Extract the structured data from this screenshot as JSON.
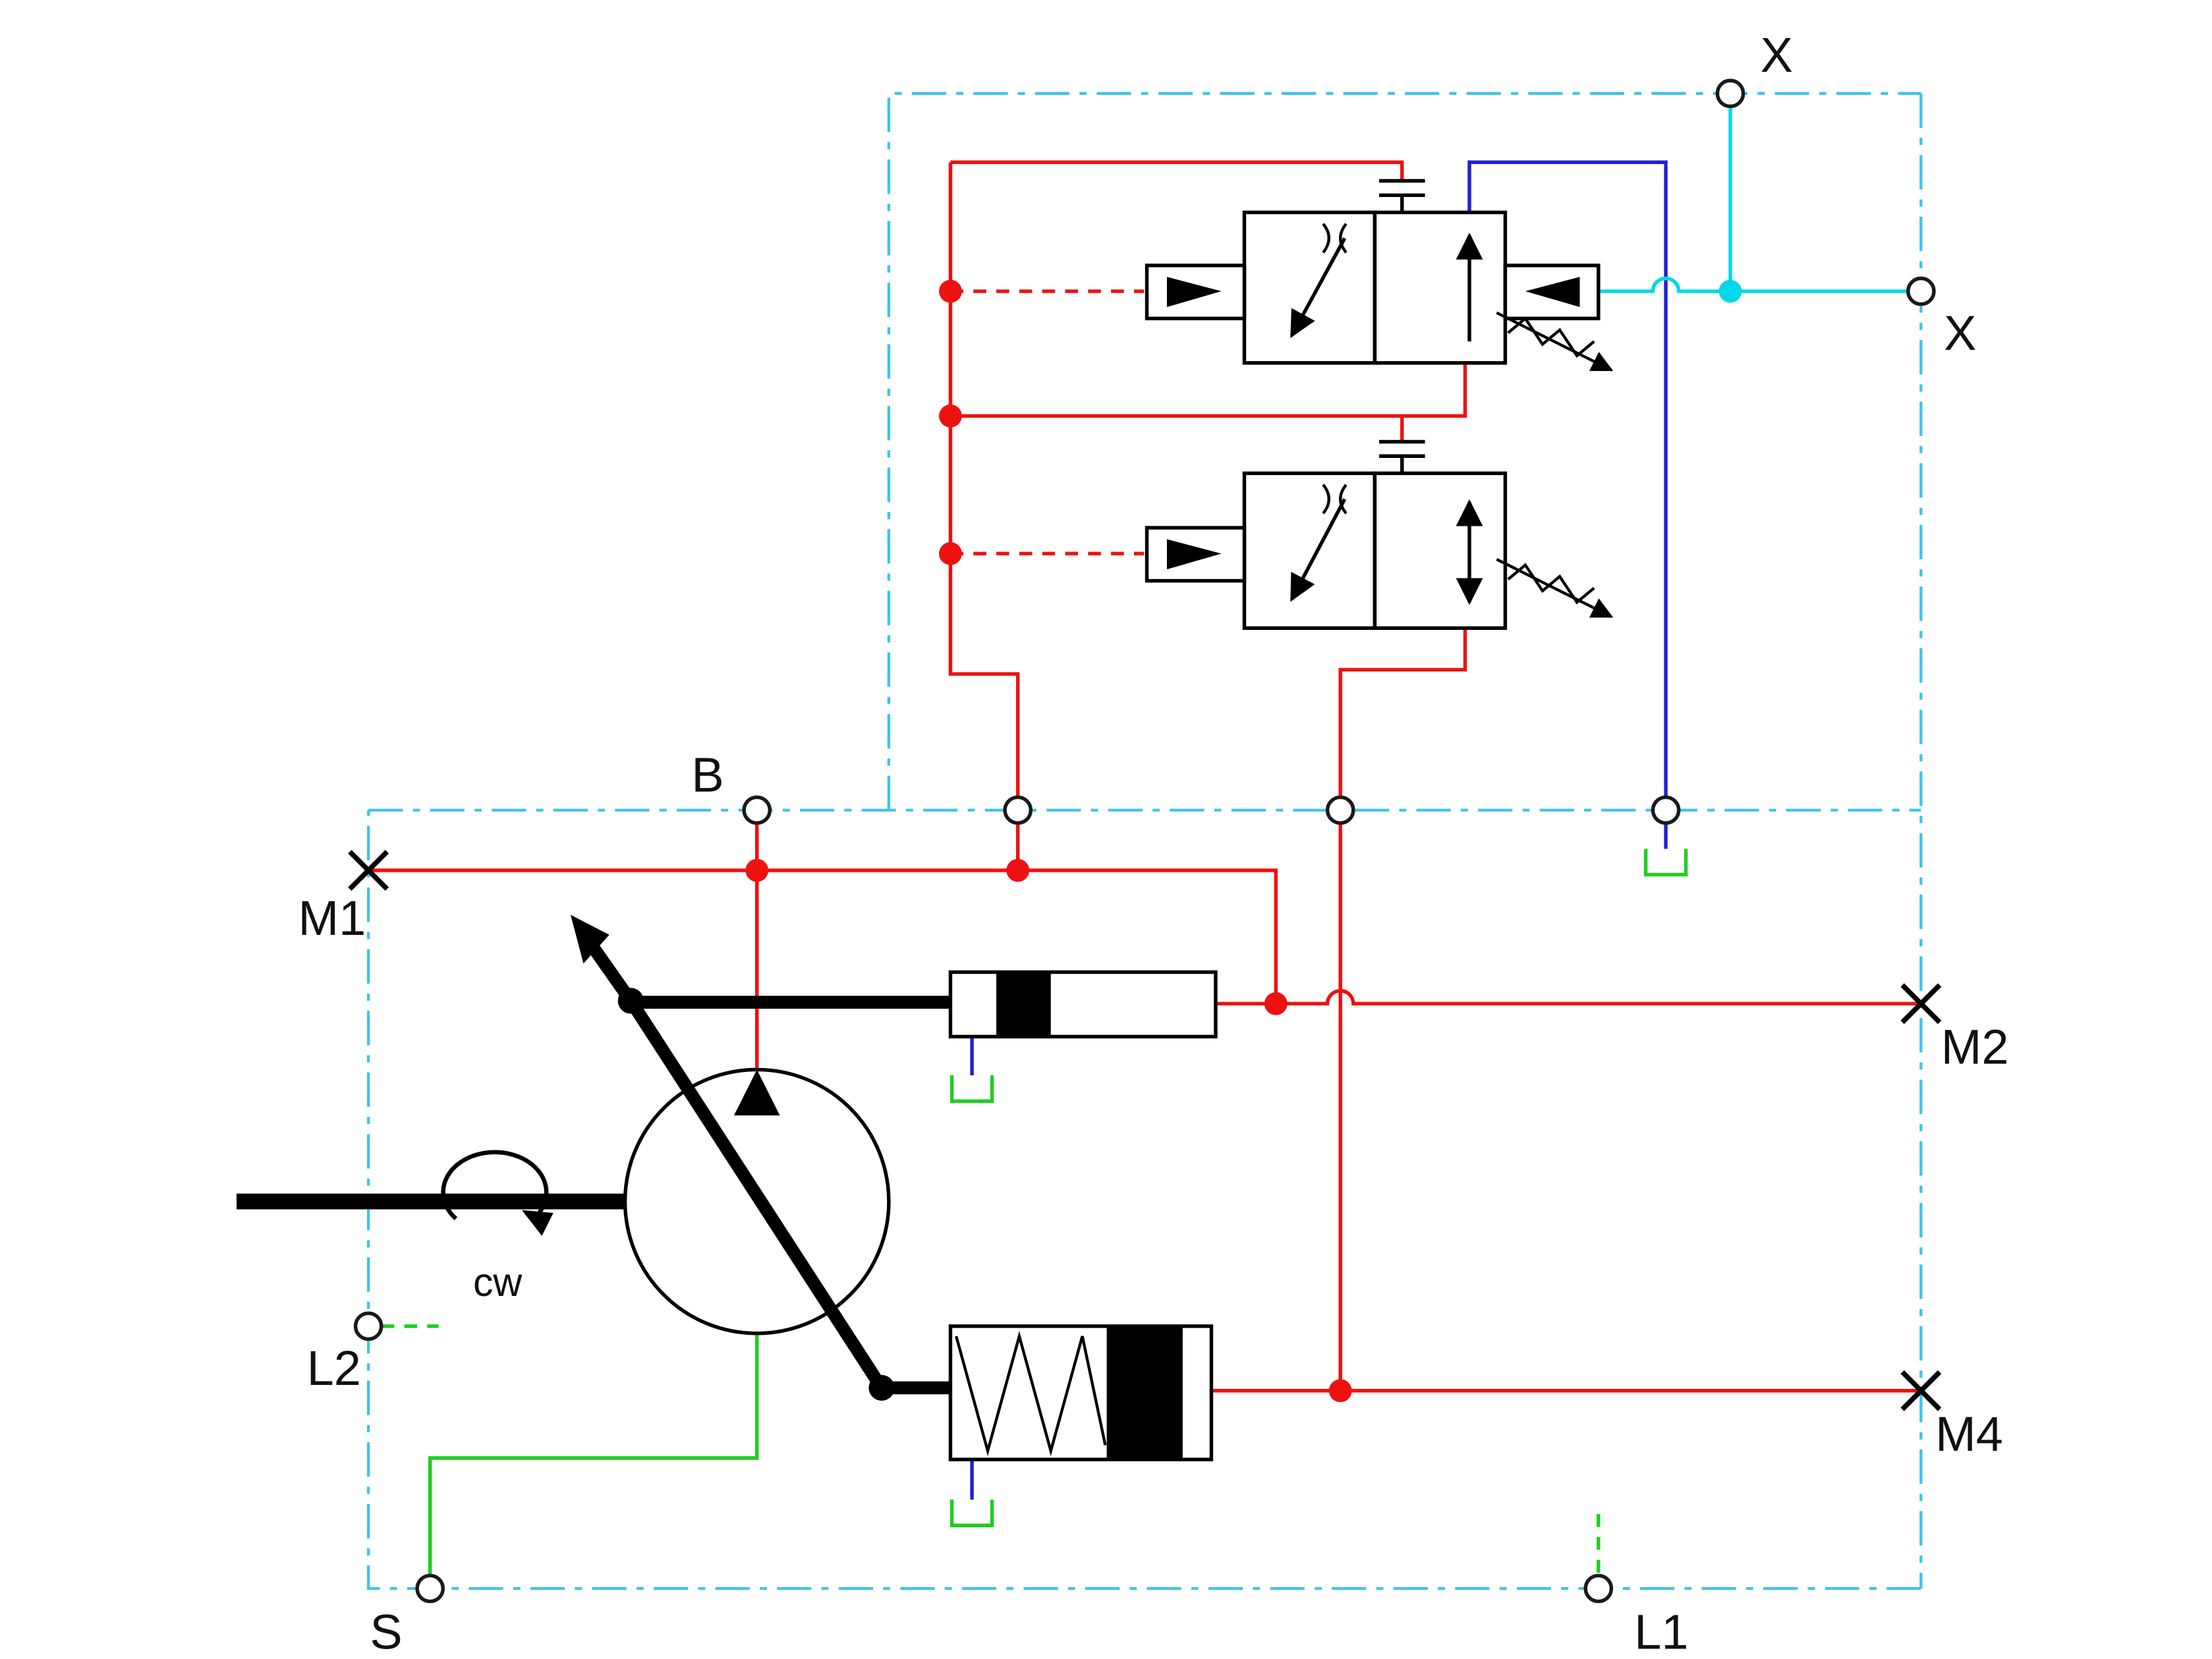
{
  "diagram": {
    "type": "hydraulic-pump-control-schematic",
    "labels": {
      "port_x_top": "X",
      "port_x_right": "X",
      "port_b": "B",
      "port_m1": "M1",
      "port_m2": "M2",
      "port_m4": "M4",
      "port_l1": "L1",
      "port_l2": "L2",
      "port_s": "S",
      "rotation": "cw"
    },
    "colors": {
      "pressure_red": "#ee1111",
      "pilot_cyan": "#00d9e9",
      "boundary_cyan": "#3fc4e8",
      "drain_green": "#1fce1f",
      "tank_blue": "#2121d6"
    }
  }
}
